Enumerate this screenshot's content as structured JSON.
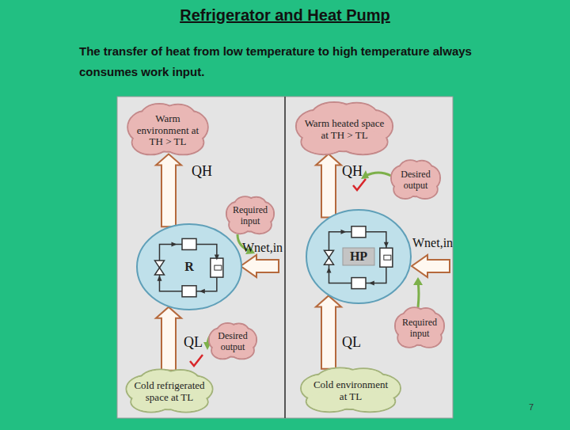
{
  "diagram": {
    "title": "Refrigerator and Heat Pump",
    "nodes": [
      {
        "text": [
          "Warm environment at TH > TL"
        ]
      },
      {
        "text": [
          "Required input"
        ]
      },
      {
        "text": [
          "R"
        ]
      },
      {
        "text": [
          "Desired output"
        ]
      },
      {
        "text": [
          "Cold refrigerated space at TL"
        ]
      },
      {
        "text": [
          "Warm heated space at TH > TL"
        ]
      },
      {
        "text": [
          "Desired output"
        ]
      },
      {
        "text": [
          "HP"
        ]
      },
      {
        "text": [
          "Required input"
        ]
      },
      {
        "text": [
          "Cold environment at TL"
        ]
      }
    ],
    "edges": [
      {
        "from": 2,
        "to": 0,
        "arrow": "to",
        "label": "QH"
      },
      {
        "from": 4,
        "to": 2,
        "arrow": "to",
        "label": "QL"
      },
      {
        "from": 7,
        "to": 5,
        "arrow": "to",
        "label": "QH"
      },
      {
        "from": 9,
        "to": 7,
        "arrow": "to",
        "label": "QL"
      }
    ],
    "labels": [
      "The transfer of heat from low temperature to high temperature always consumes work input.",
      "Wnet,in",
      "Wnet,in",
      "7"
    ]
  }
}
